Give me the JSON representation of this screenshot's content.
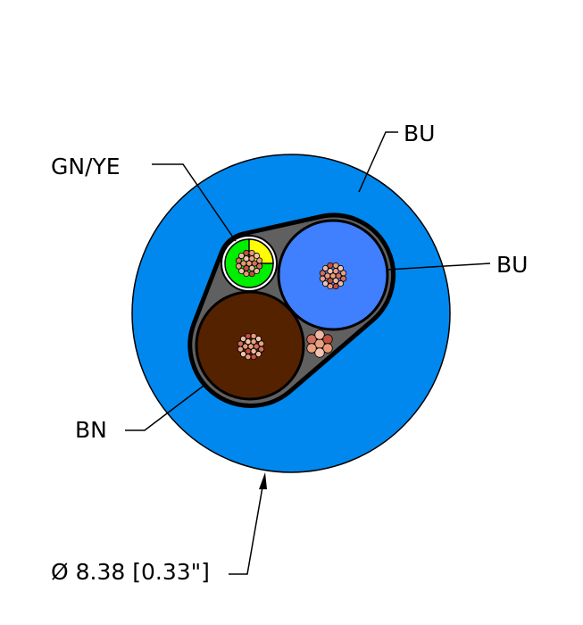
{
  "labels": {
    "jacket": "BU",
    "conductor_blue": "BU",
    "conductor_ground": "GN/YE",
    "conductor_brown": "BN",
    "diameter": "Ø 8.38 [0.33\"]"
  },
  "colors": {
    "jacket": "#0088ee",
    "blue_conductor": "#4080ff",
    "brown_conductor": "#552200",
    "green": "#00ee00",
    "yellow": "#ffff00",
    "filler": "#606060"
  }
}
